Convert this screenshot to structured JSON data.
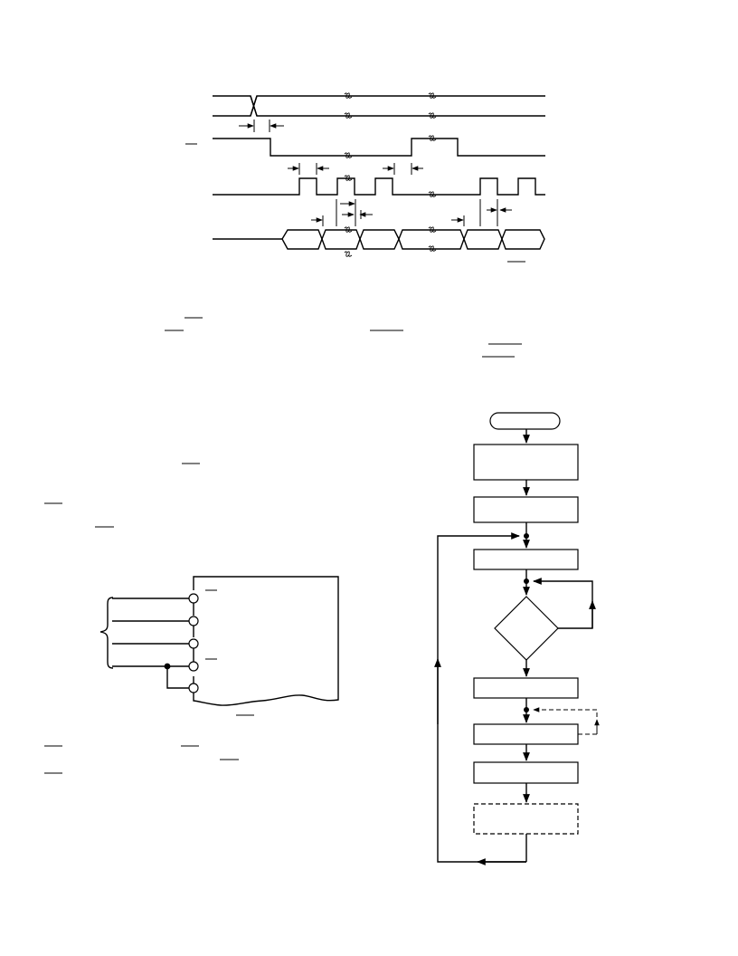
{
  "page": {
    "background": "#ffffff",
    "ink": "#000000"
  },
  "timing_diagram": {
    "signal_count": 5,
    "break_marks": true
  },
  "pin_diagram": {
    "pin_count": 5,
    "grouped_pins": 4
  },
  "flowchart": {
    "has_start_terminator": true,
    "process_box_count": 7,
    "decision_count": 1,
    "has_dashed_optional_box": true,
    "has_loop_back": true
  }
}
